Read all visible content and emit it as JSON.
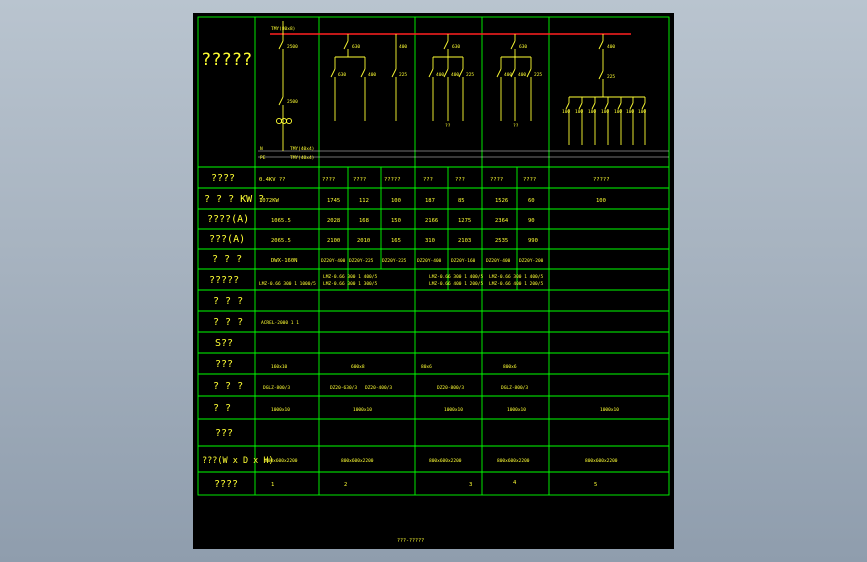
{
  "title_block": "?????",
  "busbar": {
    "main_label": "TMY(80x8)",
    "n_label": "N",
    "pe_label": "PE",
    "n_spec": "TMY(40x4)",
    "pe_spec": "TMY(40x4)"
  },
  "breaker_labels": {
    "incoming_top": "2500",
    "incoming_bottom": "2500",
    "c2_main_left": "630",
    "c2_sub_left": "630",
    "c2_sub_mid": "400",
    "c2_right": "400",
    "c2_right_sub": "225",
    "c3_main": "630",
    "c3_sub1": "400",
    "c3_sub2": "400",
    "c3_sub3": "225",
    "c4_main": "630",
    "c4_sub1": "400",
    "c4_sub2": "400",
    "c4_sub3": "225",
    "c5_main": "400",
    "c5_sub": "225",
    "c5_outs": [
      "100",
      "100",
      "100",
      "100",
      "100",
      "100",
      "100"
    ],
    "c3_note": "??",
    "c4_note": "??"
  },
  "row_labels": [
    "????",
    "? ? ? KW ?",
    "????(A)",
    "???(A)",
    "? ? ?",
    "?????",
    "? ? ?",
    "? ? ?",
    "S??",
    "???",
    "? ? ?",
    "? ?",
    "???",
    "???(W x D x H)",
    "????"
  ],
  "rows": [
    [
      "0.4KV ??",
      "????",
      "????",
      "?????",
      "???",
      "???",
      "????",
      "????",
      "?????"
    ],
    [
      "1072KW",
      "1745",
      "112",
      "100",
      "187",
      "85",
      "1526",
      "60",
      "100"
    ],
    [
      "1065.5",
      "2028",
      "168",
      "150",
      "2166",
      "1275",
      "2364",
      "90",
      ""
    ],
    [
      "2065.5",
      "2100",
      "2010",
      "165",
      "310",
      "2103",
      "2535",
      "990",
      ""
    ],
    [
      "DWX-160N",
      "DZ20Y-400",
      "DZ20Y-225",
      "DZ20Y-225",
      "DZ20Y-400",
      "DZ20Y-160",
      "DZ20Y-400",
      "DZ20Y-200",
      ""
    ],
    [
      "LMZ-0.66 300 1 1000/5",
      "LMZ-0.66 300 1 400/5",
      "LMZ-0.66 300 1 300/5",
      "",
      "LMZ-0.66 300 1 400/5",
      "LMZ-0.66 400 1 200/5",
      "LMZ-0.66 300 1 400/5",
      "LMZ-0.66 400 1 200/5",
      ""
    ],
    [
      "",
      "",
      "",
      "",
      "",
      "",
      "",
      "",
      ""
    ],
    [
      "ACREL-2000 1 1",
      "",
      "",
      "",
      "",
      "",
      "",
      "",
      ""
    ],
    [
      "",
      "",
      "",
      "",
      "",
      "",
      "",
      "",
      ""
    ],
    [
      "160x10",
      "",
      "600x8",
      "",
      "80x6",
      "",
      "800x6",
      "",
      ""
    ],
    [
      "DGLZ-800/3",
      "DZ20-630/3",
      "DZ20-400/3",
      "",
      "DZ20-800/3",
      "",
      "DGLZ-800/3",
      "",
      ""
    ],
    [
      "1000x10",
      "",
      "1000x10",
      "",
      "1000x10",
      "",
      "1000x10",
      "",
      "1000x10"
    ],
    [
      "",
      "",
      "",
      "",
      "",
      "",
      "",
      "",
      ""
    ],
    [
      "800x600x2200",
      "",
      "800x600x2200",
      "",
      "800x600x2200",
      "",
      "800x600x2200",
      "",
      "800x600x2200"
    ],
    [
      "1",
      "",
      "2",
      "",
      "3",
      "",
      "4",
      "",
      "5"
    ]
  ],
  "footer": "???-?????"
}
